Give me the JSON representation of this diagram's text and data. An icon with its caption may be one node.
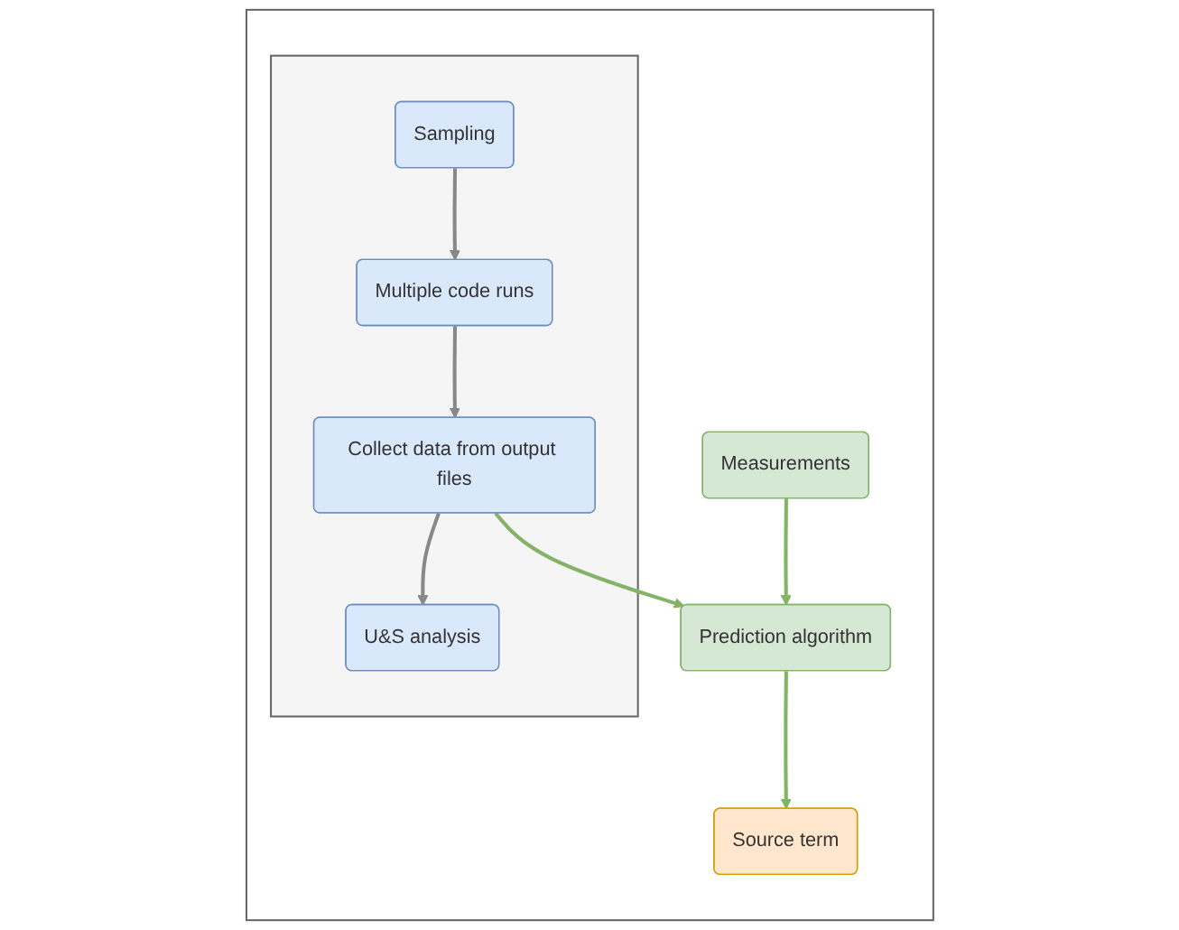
{
  "diagram": {
    "nodes": [
      {
        "text": [],
        "shape": "box"
      },
      {
        "text": [],
        "shape": "box",
        "in": 0
      },
      {
        "text": [
          "Sampling"
        ],
        "in": 1
      },
      {
        "text": [
          "Multiple code runs"
        ],
        "in": 1
      },
      {
        "text": [
          "Collect data from output files"
        ],
        "in": 1
      },
      {
        "text": [
          "U&S analysis"
        ],
        "in": 1
      },
      {
        "text": [
          "Measurements"
        ],
        "in": 0
      },
      {
        "text": [
          "Prediction algorithm"
        ],
        "in": 0
      },
      {
        "text": [
          "Source term"
        ],
        "in": 0
      }
    ],
    "edges": [
      {
        "from": 2,
        "to": 3,
        "arrow": "to"
      },
      {
        "from": 3,
        "to": 4,
        "arrow": "to"
      },
      {
        "from": 4,
        "to": 5,
        "arrow": "to"
      },
      {
        "from": 4,
        "to": 7,
        "arrow": "to",
        "color": "#82b366"
      },
      {
        "from": 6,
        "to": 7,
        "arrow": "to",
        "color": "#82b366"
      },
      {
        "from": 7,
        "to": 8,
        "arrow": "to",
        "color": "#82b366"
      }
    ]
  }
}
